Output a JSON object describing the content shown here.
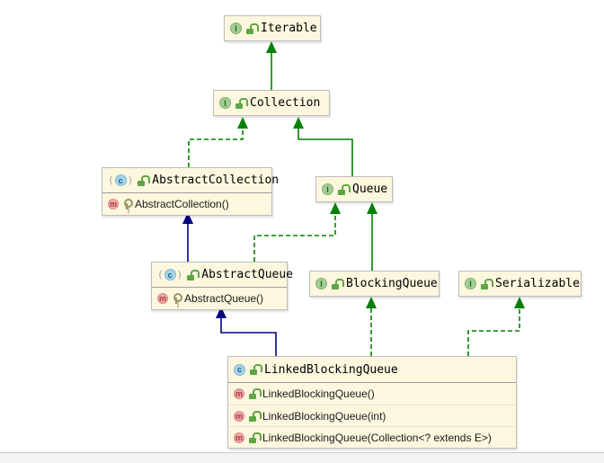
{
  "diagram": {
    "nodes": [
      {
        "id": "iterable",
        "name": "Iterable",
        "kind": "interface",
        "icon": "interface-icon",
        "visibility_icon": "open-lock-icon",
        "members": []
      },
      {
        "id": "collection",
        "name": "Collection",
        "kind": "interface",
        "icon": "interface-icon",
        "visibility_icon": "open-lock-icon",
        "members": []
      },
      {
        "id": "abstract_collection",
        "name": "AbstractCollection",
        "kind": "abstract-class",
        "icon": "abstract-class-icon",
        "visibility_icon": "open-lock-icon",
        "members": [
          {
            "label": "AbstractCollection()",
            "icon": "method-icon",
            "visibility_icon": "key-icon"
          }
        ]
      },
      {
        "id": "queue",
        "name": "Queue",
        "kind": "interface",
        "icon": "interface-icon",
        "visibility_icon": "open-lock-icon",
        "members": []
      },
      {
        "id": "abstract_queue",
        "name": "AbstractQueue",
        "kind": "abstract-class",
        "icon": "abstract-class-icon",
        "visibility_icon": "open-lock-icon",
        "members": [
          {
            "label": "AbstractQueue()",
            "icon": "method-icon",
            "visibility_icon": "key-icon"
          }
        ]
      },
      {
        "id": "blocking_queue",
        "name": "BlockingQueue",
        "kind": "interface",
        "icon": "interface-icon",
        "visibility_icon": "open-lock-icon",
        "members": []
      },
      {
        "id": "serializable",
        "name": "Serializable",
        "kind": "interface",
        "icon": "interface-icon",
        "visibility_icon": "open-lock-icon",
        "members": []
      },
      {
        "id": "linked_blocking_queue",
        "name": "LinkedBlockingQueue",
        "kind": "class",
        "icon": "class-icon",
        "visibility_icon": "open-lock-icon",
        "members": [
          {
            "label": "LinkedBlockingQueue()",
            "icon": "method-icon",
            "visibility_icon": "open-lock-icon"
          },
          {
            "label": "LinkedBlockingQueue(int)",
            "icon": "method-icon",
            "visibility_icon": "open-lock-icon"
          },
          {
            "label": "LinkedBlockingQueue(Collection<? extends E>)",
            "icon": "method-icon",
            "visibility_icon": "open-lock-icon"
          }
        ]
      }
    ],
    "edges": [
      {
        "from": "Collection",
        "to": "Iterable",
        "relation": "extends",
        "style": "solid-green"
      },
      {
        "from": "AbstractCollection",
        "to": "Collection",
        "relation": "implements",
        "style": "dashed-green"
      },
      {
        "from": "Queue",
        "to": "Collection",
        "relation": "extends",
        "style": "solid-green"
      },
      {
        "from": "AbstractQueue",
        "to": "AbstractCollection",
        "relation": "extends",
        "style": "solid-navy"
      },
      {
        "from": "AbstractQueue",
        "to": "Queue",
        "relation": "implements",
        "style": "dashed-green"
      },
      {
        "from": "BlockingQueue",
        "to": "Queue",
        "relation": "extends",
        "style": "solid-green"
      },
      {
        "from": "LinkedBlockingQueue",
        "to": "AbstractQueue",
        "relation": "extends",
        "style": "solid-navy"
      },
      {
        "from": "LinkedBlockingQueue",
        "to": "BlockingQueue",
        "relation": "implements",
        "style": "dashed-green"
      },
      {
        "from": "LinkedBlockingQueue",
        "to": "Serializable",
        "relation": "implements",
        "style": "dashed-green"
      }
    ],
    "colors": {
      "interface_edge": "#008000",
      "class_edge": "#000080",
      "node_fill": "#fcf7de",
      "node_border": "#bdbdbd"
    }
  },
  "icons": {
    "interface_letter": "I",
    "class_letter": "c",
    "method_letter": "m"
  }
}
